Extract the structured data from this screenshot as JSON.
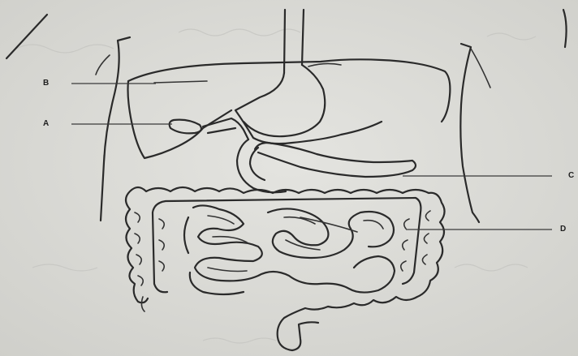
{
  "labels": {
    "a": "A",
    "b": "B",
    "c": "C",
    "d": "D"
  },
  "colors": {
    "paper": "#dcdcd8",
    "ink": "#2a2a2a"
  }
}
